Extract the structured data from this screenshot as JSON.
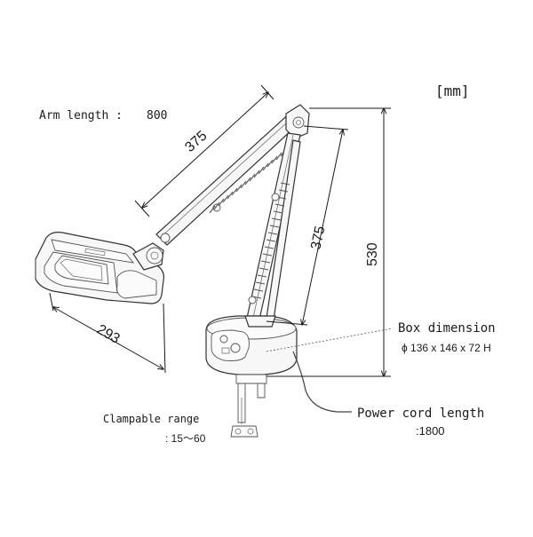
{
  "units": "[mm]",
  "arm_length": {
    "label": "Arm length :",
    "value": "800"
  },
  "dimensions": {
    "upper_arm": "375",
    "lower_arm": "375",
    "height": "530",
    "head_width": "293"
  },
  "box_dimension": {
    "label": "Box dimension",
    "value": "ϕ 136 x 146 x 72 H"
  },
  "power_cord": {
    "label": "Power cord length",
    "value": ":1800"
  },
  "clamp_range": {
    "label": "Clampable range",
    "value": ": 15～60"
  },
  "colors": {
    "line": "#1a1a1a",
    "body_fill": "#f7f7f7"
  }
}
